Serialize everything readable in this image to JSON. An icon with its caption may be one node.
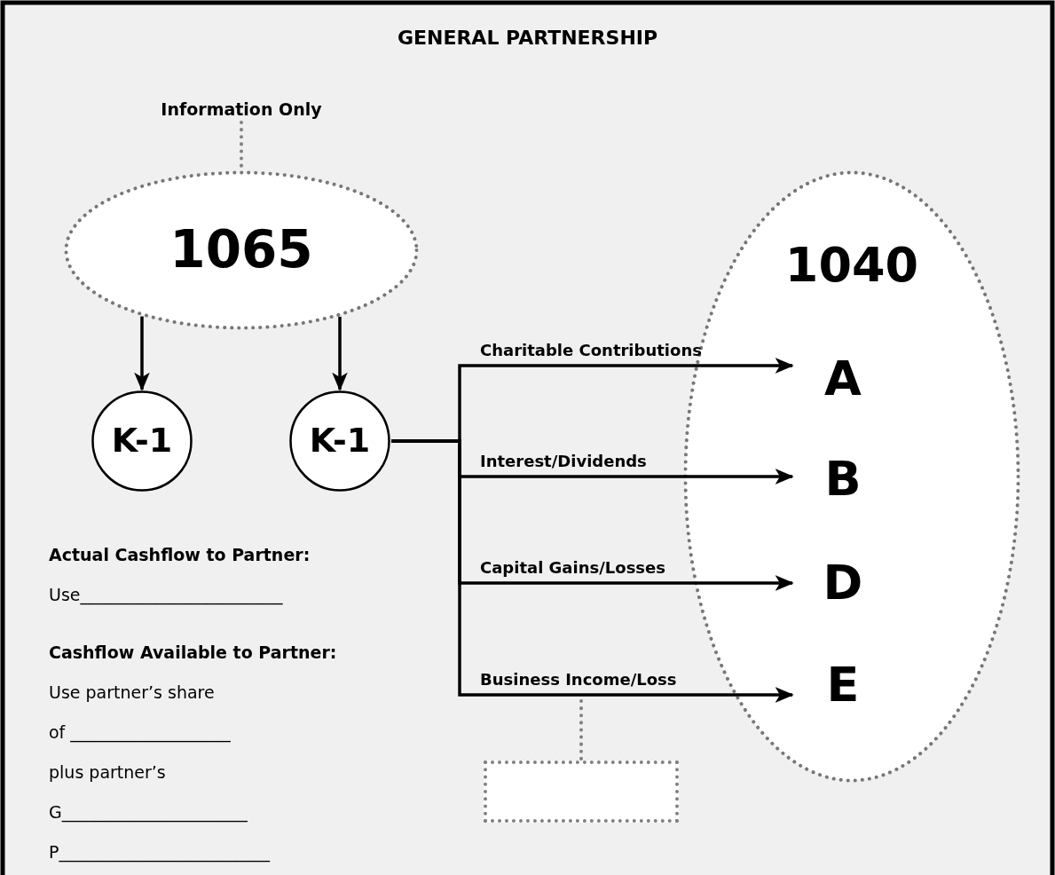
{
  "diagram": {
    "title": "GENERAL PARTNERSHIP",
    "nodes": [
      {
        "text": [
          "Information Only"
        ]
      },
      {
        "text": [
          "1065"
        ]
      },
      {
        "text": [
          "K-1"
        ]
      },
      {
        "text": [
          "K-1"
        ]
      },
      {
        "text": [
          "1040"
        ]
      },
      {
        "text": [
          "A"
        ],
        "in": 4
      },
      {
        "text": [
          "B"
        ],
        "in": 4
      },
      {
        "text": [
          "D"
        ],
        "in": 4
      },
      {
        "text": [
          "E"
        ],
        "in": 4
      },
      {
        "text": [],
        "shape": "box"
      }
    ],
    "edges": [
      {
        "from": 0,
        "to": 1,
        "arrow": "none",
        "style": "dashed",
        "color": "#808080"
      },
      {
        "from": 1,
        "to": 2,
        "arrow": "to"
      },
      {
        "from": 1,
        "to": 3,
        "arrow": "to"
      },
      {
        "from": 3,
        "to": 5,
        "arrow": "to",
        "label": "Charitable Contributions"
      },
      {
        "from": 3,
        "to": 6,
        "arrow": "to",
        "label": "Interest/Dividends"
      },
      {
        "from": 3,
        "to": 7,
        "arrow": "to",
        "label": "Capital Gains/Losses"
      },
      {
        "from": 3,
        "to": 8,
        "arrow": "to",
        "label": "Business Income/Loss"
      },
      {
        "from": null,
        "to": 9,
        "arrow": "none",
        "style": "dashed",
        "color": "#808080"
      }
    ],
    "labels": [
      "Actual Cashflow to Partner:",
      "Use________________________",
      "Cashflow Available to Partner:",
      "Use partner’s share",
      "of ___________________",
      "plus partner’s",
      "G______________________",
      "P_________________________"
    ]
  }
}
